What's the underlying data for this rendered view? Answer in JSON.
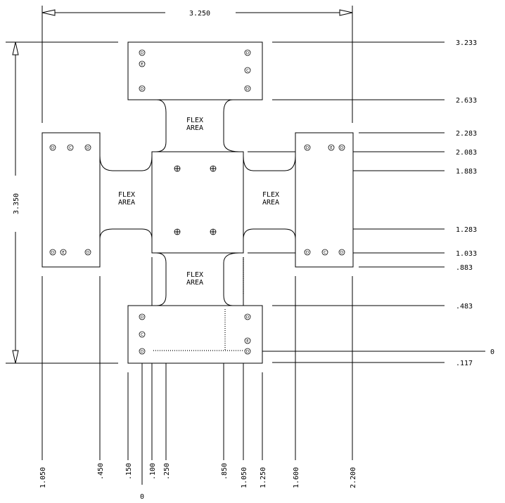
{
  "dimensions": {
    "overall_width": "3.250",
    "overall_height": "3.350"
  },
  "flex_label": {
    "line1": "FLEX",
    "line2": "AREA"
  },
  "right_labels": [
    "3.233",
    "2.633",
    "2.283",
    "2.083",
    "1.883",
    "1.283",
    "1.033",
    ".883",
    ".483",
    "0",
    ".117"
  ],
  "bottom_labels": [
    "1.050",
    ".450",
    ".150",
    ".100",
    ".250",
    ".850",
    "1.050",
    "1.250",
    "1.600",
    "2.200"
  ],
  "origin_label": "0",
  "hole_letters": {
    "d": "D",
    "e": "E",
    "c": "C"
  }
}
